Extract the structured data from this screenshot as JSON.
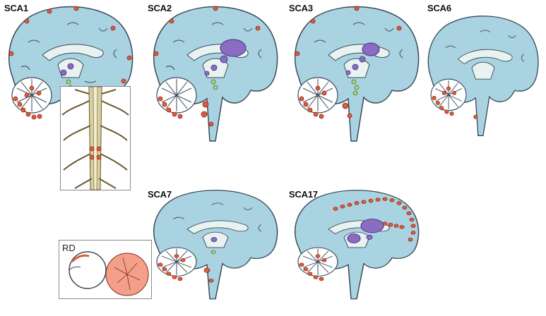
{
  "figure": {
    "panels": [
      {
        "id": "sca1",
        "label": "SCA1"
      },
      {
        "id": "sca2",
        "label": "SCA2"
      },
      {
        "id": "sca3",
        "label": "SCA3"
      },
      {
        "id": "sca6",
        "label": "SCA6"
      },
      {
        "id": "sca7",
        "label": "SCA7"
      },
      {
        "id": "sca17",
        "label": "SCA17"
      }
    ],
    "insets": {
      "retina_label": "RD"
    }
  },
  "colors": {
    "cortex": "#a9d3e0",
    "outline": "#3a4a5a",
    "white_matter": "#e8f2f0",
    "lesion_red": "#e05a3a",
    "lesion_purple": "#8a6cc0",
    "lesion_green": "#a8d08a",
    "spinal": "#d8cfa0"
  },
  "icons": [
    "brain-sagittal-icon",
    "spinal-cord-icon",
    "eye-retina-icon"
  ]
}
